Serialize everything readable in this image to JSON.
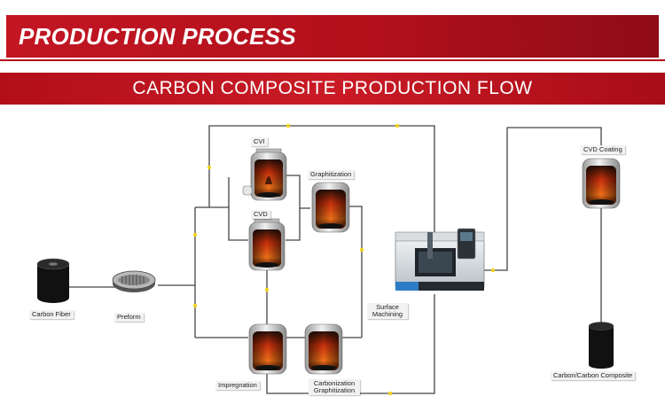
{
  "header": {
    "title": "PRODUCTION PROCESS"
  },
  "subheader": {
    "title": "CARBON COMPOSITE PRODUCTION FLOW"
  },
  "stages": {
    "carbon_fiber": "Carbon Fiber",
    "preform": "Preform",
    "cvi": "CVI",
    "cvd": "CVD",
    "graphitization": "Graphitization",
    "impregnation": "Impregnation",
    "carbonization_1": "Carbonization",
    "carbonization_2": "Graphitization",
    "surface_1": "Surface",
    "surface_2": "Machining",
    "cvd_coating": "CVD Coating",
    "composite": "Carbon/Carbon Composite"
  },
  "colors": {
    "accent": "#b3101c",
    "line": "#444444",
    "node": "#f2d21a",
    "furnace_glow": "#e63a12"
  }
}
